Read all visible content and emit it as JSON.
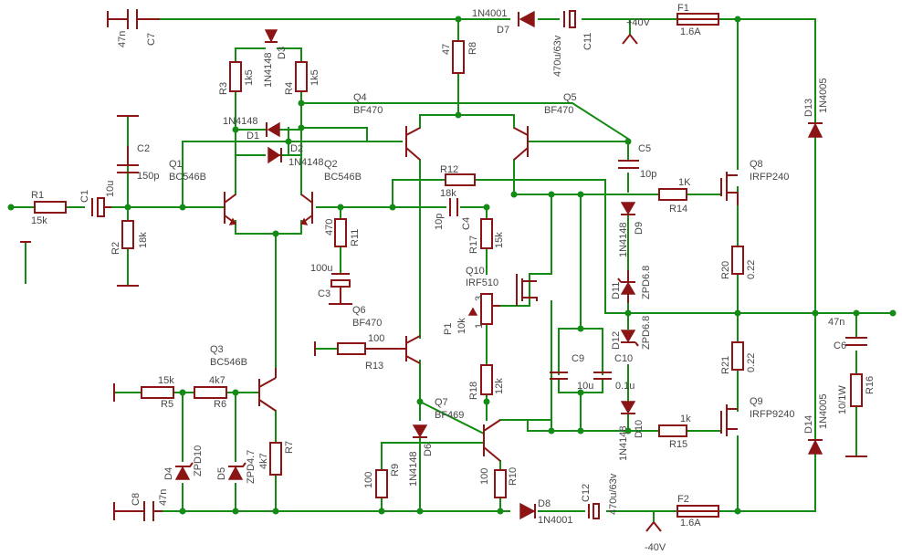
{
  "rails": {
    "positive": "+40V",
    "negative": "-40V"
  },
  "labels": {
    "C7": "C7",
    "C7v": "47n",
    "C8": "C8",
    "C8v": "47n",
    "D7": "D7",
    "D7v": "1N4001",
    "D8": "D8",
    "D8v": "1N4001",
    "C11": "C11",
    "C11v": "470u/63v",
    "C12": "C12",
    "C12v": "470u/63v",
    "F1": "F1",
    "F1v": "1.6A",
    "F2": "F2",
    "F2v": "1.6A",
    "D3": "D3",
    "D3v": "1N4148",
    "R3": "R3",
    "R3v": "1k5",
    "R4": "R4",
    "R4v": "1k5",
    "R8": "R8",
    "R8v": "47",
    "Q4": "Q4",
    "Q4v": "BF470",
    "Q5": "Q5",
    "Q5v": "BF470",
    "D1": "D1",
    "D1v": "1N4148",
    "D2": "D2",
    "D2v": "1N4148",
    "C2": "C2",
    "C2v": "150p",
    "Q1": "Q1",
    "Q1v": "BC546B",
    "Q2": "Q2",
    "Q2v": "BC546B",
    "C5": "C5",
    "C5v": "10p",
    "R12": "R12",
    "R12v": "18k",
    "R1": "R1",
    "R1v": "15k",
    "C1": "C1",
    "C1v": "10u",
    "R2": "R2",
    "R2v": "18k",
    "R11": "R11",
    "R11v": "470",
    "C4": "C4",
    "C4v": "10p",
    "R17": "R17",
    "R17v": "15k",
    "R14": "R14",
    "R14v": "1K",
    "Q8": "Q8",
    "Q8v": "IRFP240",
    "D9": "D9",
    "D9v": "1N4148",
    "C3": "C3",
    "C3v": "100u",
    "Q6": "Q6",
    "Q6v": "BF470",
    "Q10": "Q10",
    "Q10v": "IRF510",
    "P1": "P1",
    "P1v": "10k",
    "D11": "D11",
    "D11v": "ZPD6.8",
    "D12": "D12",
    "D12v": "ZPD6.8",
    "R20": "R20",
    "R20v": "0.22",
    "R21": "R21",
    "R21v": "0.22",
    "D13": "D13",
    "D13v": "1N4005",
    "D14": "D14",
    "D14v": "1N4005",
    "C6": "C6",
    "C6v": "47n",
    "R16": "R16",
    "R16v": "10/1W",
    "Q3": "Q3",
    "Q3v": "BC546B",
    "R13": "R13",
    "R13v": "100",
    "C9": "C9",
    "C9v": "10u",
    "C10": "C10",
    "C10v": "0.1u",
    "R5": "R5",
    "R5v": "15k",
    "R6": "R6",
    "R6v": "4k7",
    "R7": "R7",
    "R7v": "4k7",
    "R18": "R18",
    "R18v": "12k",
    "Q7": "Q7",
    "Q7v": "BF469",
    "D10": "D10",
    "D10v": "1N4148",
    "R15": "R15",
    "R15v": "1k",
    "Q9": "Q9",
    "Q9v": "IRFP9240",
    "D4": "D4",
    "D4v": "ZPD10",
    "D5": "D5",
    "D5v": "ZPD4.7",
    "R9": "R9",
    "R9v": "100",
    "D6": "D6",
    "D6v": "1N4148",
    "R10": "R10",
    "R10v": "100",
    "P1pin1": "1",
    "P1pin3": "3"
  }
}
